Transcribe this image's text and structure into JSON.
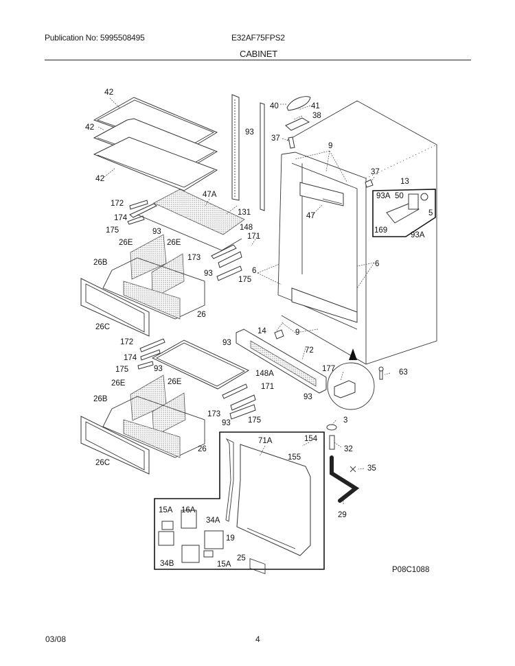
{
  "header": {
    "publication": "Publication No: 5995508495",
    "model": "E32AF75FPS2",
    "section_title": "CABINET"
  },
  "footer": {
    "date": "03/08",
    "page_number": "4"
  },
  "diagram": {
    "figure_id": "P08C1088",
    "callouts": {
      "shelf_top": "42",
      "shelf_mid": "42",
      "shelf_bot": "42",
      "rail_93": "93",
      "rail_131": "131",
      "hinge_40": "40",
      "hinge_41": "41",
      "hinge_38": "38",
      "hinge_37": "37",
      "trim_9_top": "9",
      "cap_37_right": "37",
      "switch_13": "13",
      "box_93A_top": "93A",
      "box_50": "50",
      "box_5": "5",
      "box_169": "169",
      "box_93A_bot": "93A",
      "control_47": "47",
      "shelf_47A": "47A",
      "upper_172": "172",
      "upper_174": "174",
      "upper_175": "175",
      "upper_93": "93",
      "upper_148": "148",
      "upper_171": "171",
      "upper_173": "173",
      "upper_93b": "93",
      "upper_175b": "175",
      "upper_26E_left": "26E",
      "upper_26E_right": "26E",
      "upper_26B": "26B",
      "upper_26": "26",
      "upper_26C": "26C",
      "side_6_left": "6",
      "side_6_right": "6",
      "bottom_14": "14",
      "bottom_9": "9",
      "grille_93_left": "93",
      "grille_72": "72",
      "grille_93_bot": "93",
      "detail_177": "177",
      "screw_63": "63",
      "lower_172": "172",
      "lower_174": "174",
      "lower_175": "175",
      "lower_93": "93",
      "lower_148A": "148A",
      "lower_171": "171",
      "lower_173": "173",
      "lower_93b": "93",
      "lower_175b": "175",
      "lower_26E_left": "26E",
      "lower_26E_right": "26E",
      "lower_26B": "26B",
      "lower_26": "26",
      "lower_26C": "26C",
      "leg_3": "3",
      "leg_32": "32",
      "leg_35": "35",
      "leg_29": "29",
      "panel_71A": "71A",
      "panel_154": "154",
      "panel_155": "155",
      "panel_25": "25",
      "light_15A_top": "15A",
      "light_16A": "16A",
      "light_34A": "34A",
      "light_19": "19",
      "light_34B": "34B",
      "light_15A_bot": "15A"
    }
  }
}
